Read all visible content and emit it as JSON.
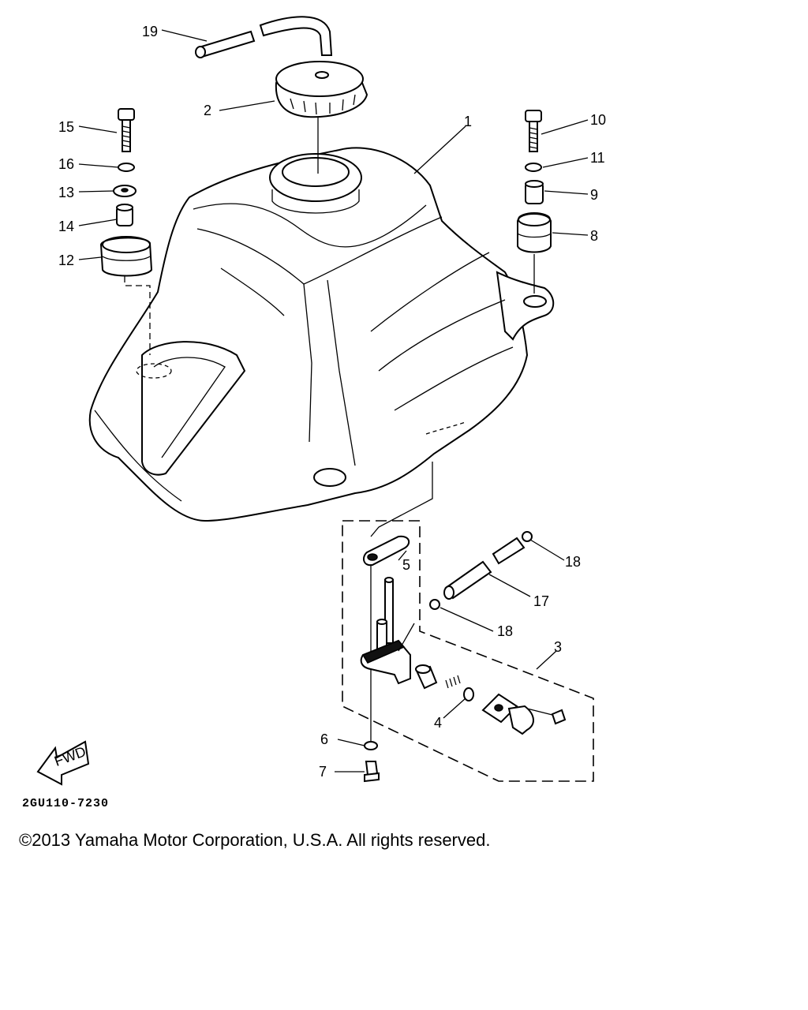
{
  "diagram": {
    "code": "2GU110-7230",
    "fwd_label": "FWD",
    "callouts": [
      "19",
      "2",
      "15",
      "16",
      "13",
      "14",
      "12",
      "1",
      "10",
      "11",
      "9",
      "8",
      "5",
      "18",
      "17",
      "18",
      "3",
      "4",
      "6",
      "7"
    ]
  },
  "footer": {
    "copyright": "©2013 Yamaha Motor Corporation, U.S.A. All rights reserved."
  }
}
